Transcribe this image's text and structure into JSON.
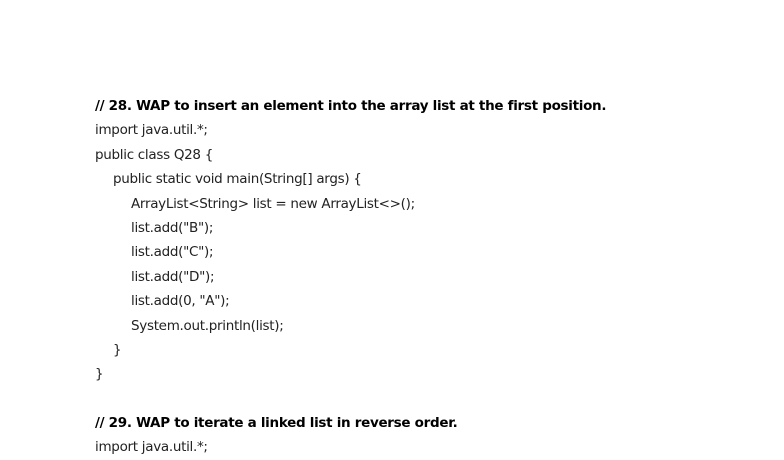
{
  "lines": [
    {
      "text": "// 28. WAP to insert an element into the array list at the first position.",
      "indent": 0,
      "comment": true
    },
    {
      "text": "import java.util.*;",
      "indent": 0
    },
    {
      "text": "public class Q28 {",
      "indent": 0
    },
    {
      "text": "public static void main(String[] args) {",
      "indent": 1
    },
    {
      "text": "ArrayList<String> list = new ArrayList<>();",
      "indent": 2
    },
    {
      "text": "list.add(\"B\");",
      "indent": 2
    },
    {
      "text": "list.add(\"C\");",
      "indent": 2
    },
    {
      "text": "list.add(\"D\");",
      "indent": 2
    },
    {
      "text": "list.add(0, \"A\");",
      "indent": 2
    },
    {
      "text": "System.out.println(list);",
      "indent": 2
    },
    {
      "text": "}",
      "indent": 1
    },
    {
      "text": "}",
      "indent": 0
    },
    {
      "text": "",
      "indent": 0
    },
    {
      "text": "// 29. WAP to iterate a linked list in reverse order.",
      "indent": 0,
      "comment": true
    },
    {
      "text": "import java.util.*;",
      "indent": 0
    }
  ]
}
